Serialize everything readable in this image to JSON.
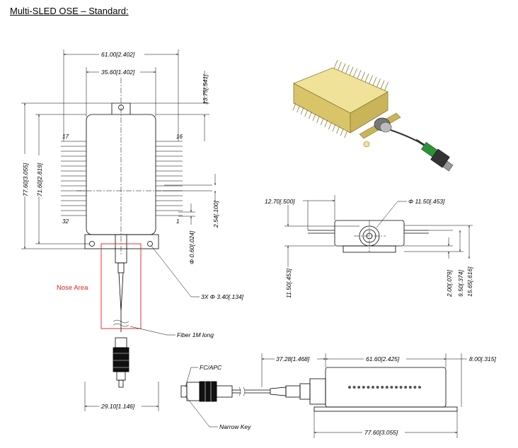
{
  "title": "Multi-SLED OSE – Standard:",
  "nose_label": "Nose Area",
  "pins": {
    "top_left": "17",
    "top_right": "16",
    "bottom_left": "32",
    "bottom_right": "1"
  },
  "dimensions": {
    "width_overall": "61.00[2.402]",
    "width_body": "35.60[1.402]",
    "tab_height": "13.75[.541]",
    "height_overall": "77.60[3.055]",
    "height_body": "71.60[2.819]",
    "pin_pitch": "2.54[.100]",
    "pin_dia": "Φ 0.60[.024]",
    "holes": "3X Φ 3.40[.134]",
    "fiber": "Fiber 1M long",
    "connector_width": "29.10[1.146]",
    "side_offset": "12.70[.500]",
    "nose_dia": "Φ 11.50[.453]",
    "side_height": "11.50[.453]",
    "pin_offset": "2.00[.079]",
    "pin_height": "9.50[.374]",
    "total_height": "15.65[.616]",
    "nose_len": "37.28[1.468]",
    "body_len": "61.60[2.425]",
    "tab_len": "8.00[.315]",
    "total_len": "77.60[3.055]",
    "fc_apc": "FC/APC",
    "narrow_key": "Narrow Key"
  },
  "colors": {
    "housing": "#f1e29a",
    "housing_dark": "#c9b45a",
    "connector_green": "#2f8f3a",
    "nose_box": "#e02020"
  }
}
